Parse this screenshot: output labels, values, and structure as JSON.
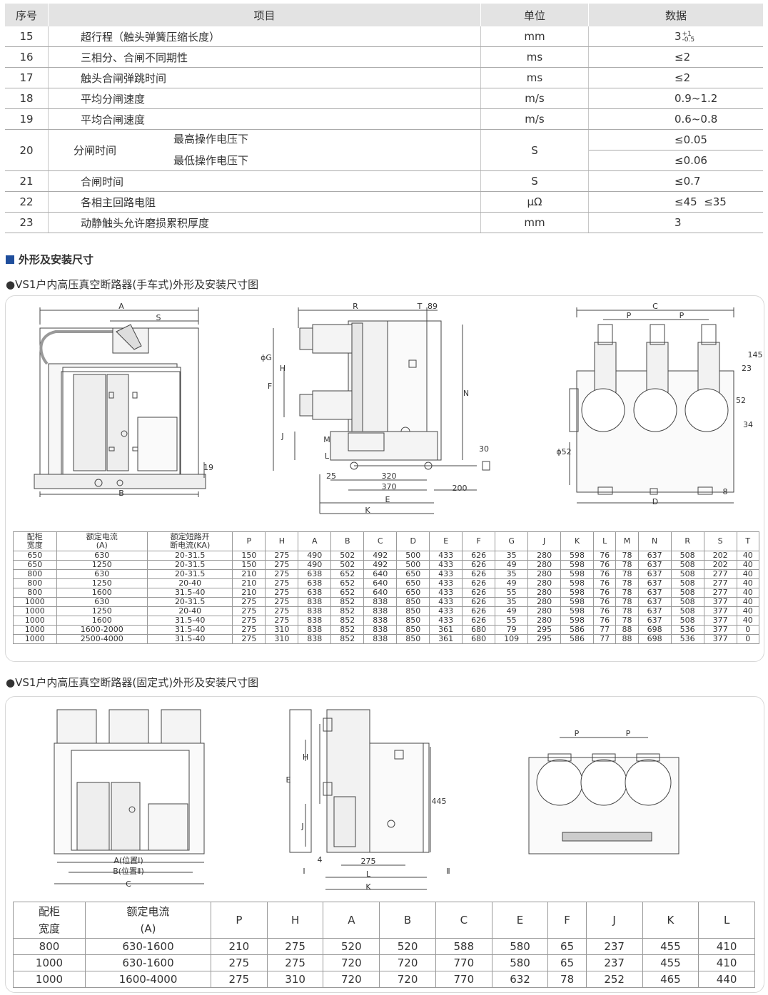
{
  "spec_table": {
    "headers": [
      "序号",
      "项目",
      "单位",
      "数据"
    ],
    "rows": [
      {
        "no": "15",
        "item": "超行程（触头弹簧压缩长度）",
        "unit": "mm",
        "value": "3",
        "sup": "+1",
        "sub": "-0.5"
      },
      {
        "no": "16",
        "item": "三相分、合闸不同期性",
        "unit": "ms",
        "value": "≤2"
      },
      {
        "no": "17",
        "item": "触头合闸弹跳时间",
        "unit": "ms",
        "value": "≤2"
      },
      {
        "no": "18",
        "item": "平均分闸速度",
        "unit": "m/s",
        "value": "0.9~1.2"
      },
      {
        "no": "19",
        "item": "平均合闸速度",
        "unit": "m/s",
        "value": "0.6~0.8"
      },
      {
        "no": "20",
        "item": "分闸时间",
        "sub_a": "最高操作电压下",
        "sub_b": "最低操作电压下",
        "unit": "S",
        "value_a": "≤0.05",
        "value_b": "≤0.06"
      },
      {
        "no": "21",
        "item": "合闸时间",
        "unit": "S",
        "value": "≤0.7"
      },
      {
        "no": "22",
        "item": "各相主回路电阻",
        "unit": "μΩ",
        "value": "≤45  ≤35"
      },
      {
        "no": "23",
        "item": "动静触头允许磨损累积厚度",
        "unit": "mm",
        "value": "3"
      }
    ]
  },
  "section_title": "外形及安装尺寸",
  "handcart": {
    "title": "●VS1户内高压真空断路器(手车式)外形及安装尺寸图",
    "labels": {
      "A": "A",
      "S": "S",
      "B": "B",
      "n19": "19",
      "R": "R",
      "T": "T",
      "n89": "89",
      "G": "ϕG",
      "H": "H",
      "F": "F",
      "J": "J",
      "M": "M",
      "L": "L",
      "N": "N",
      "n25": "25",
      "n320": "320",
      "n370": "370",
      "n200": "200",
      "n30": "30",
      "E": "E",
      "K": "K",
      "C": "C",
      "P": "P",
      "n145": "145",
      "n23": "23",
      "n52": "52",
      "phi52": "ϕ52",
      "n34": "34",
      "n8": "8",
      "D": "D"
    },
    "table": {
      "headers": [
        "配柜宽度",
        "额定电流(A)",
        "额定短路开断电流(KA)",
        "P",
        "H",
        "A",
        "B",
        "C",
        "D",
        "E",
        "F",
        "G",
        "J",
        "K",
        "L",
        "M",
        "N",
        "R",
        "S",
        "T"
      ],
      "h1": [
        "配柜",
        "额定电流",
        "额定短路开"
      ],
      "h2": [
        "宽度",
        "(A)",
        "断电流(KA)"
      ],
      "rows": [
        [
          "650",
          "630",
          "20-31.5",
          "150",
          "275",
          "490",
          "502",
          "492",
          "500",
          "433",
          "626",
          "35",
          "280",
          "598",
          "76",
          "78",
          "637",
          "508",
          "202",
          "40"
        ],
        [
          "650",
          "1250",
          "20-31.5",
          "150",
          "275",
          "490",
          "502",
          "492",
          "500",
          "433",
          "626",
          "49",
          "280",
          "598",
          "76",
          "78",
          "637",
          "508",
          "202",
          "40"
        ],
        [
          "800",
          "630",
          "20-31.5",
          "210",
          "275",
          "638",
          "652",
          "640",
          "650",
          "433",
          "626",
          "35",
          "280",
          "598",
          "76",
          "78",
          "637",
          "508",
          "277",
          "40"
        ],
        [
          "800",
          "1250",
          "20-40",
          "210",
          "275",
          "638",
          "652",
          "640",
          "650",
          "433",
          "626",
          "49",
          "280",
          "598",
          "76",
          "78",
          "637",
          "508",
          "277",
          "40"
        ],
        [
          "800",
          "1600",
          "31.5-40",
          "210",
          "275",
          "638",
          "652",
          "640",
          "650",
          "433",
          "626",
          "55",
          "280",
          "598",
          "76",
          "78",
          "637",
          "508",
          "277",
          "40"
        ],
        [
          "1000",
          "630",
          "20-31.5",
          "275",
          "275",
          "838",
          "852",
          "838",
          "850",
          "433",
          "626",
          "35",
          "280",
          "598",
          "76",
          "78",
          "637",
          "508",
          "377",
          "40"
        ],
        [
          "1000",
          "1250",
          "20-40",
          "275",
          "275",
          "838",
          "852",
          "838",
          "850",
          "433",
          "626",
          "49",
          "280",
          "598",
          "76",
          "78",
          "637",
          "508",
          "377",
          "40"
        ],
        [
          "1000",
          "1600",
          "31.5-40",
          "275",
          "275",
          "838",
          "852",
          "838",
          "850",
          "433",
          "626",
          "55",
          "280",
          "598",
          "76",
          "78",
          "637",
          "508",
          "377",
          "40"
        ],
        [
          "1000",
          "1600-2000",
          "31.5-40",
          "275",
          "310",
          "838",
          "852",
          "838",
          "850",
          "361",
          "680",
          "79",
          "295",
          "586",
          "77",
          "88",
          "698",
          "536",
          "377",
          "0"
        ],
        [
          "1000",
          "2500-4000",
          "31.5-40",
          "275",
          "310",
          "838",
          "852",
          "838",
          "850",
          "361",
          "680",
          "109",
          "295",
          "586",
          "77",
          "88",
          "698",
          "536",
          "377",
          "0"
        ]
      ]
    }
  },
  "fixed": {
    "title": "●VS1户内高压真空断路器(固定式)外形及安装尺寸图",
    "labels": {
      "A1": "A(位置Ⅰ)",
      "B2": "B(位置Ⅱ)",
      "C": "C",
      "H": "H",
      "E": "E",
      "J": "J",
      "n4": "4",
      "n445": "445",
      "n275": "275",
      "L": "L",
      "K": "K",
      "I": "Ⅰ",
      "II": "Ⅱ",
      "P": "P"
    },
    "table": {
      "h1": [
        "配柜",
        "额定电流"
      ],
      "h2": [
        "宽度",
        "(A)"
      ],
      "cols": [
        "P",
        "H",
        "A",
        "B",
        "C",
        "E",
        "F",
        "J",
        "K",
        "L"
      ],
      "rows": [
        [
          "800",
          "630-1600",
          "210",
          "275",
          "520",
          "520",
          "588",
          "580",
          "65",
          "237",
          "455",
          "410"
        ],
        [
          "1000",
          "630-1600",
          "275",
          "275",
          "720",
          "720",
          "770",
          "580",
          "65",
          "237",
          "455",
          "410"
        ],
        [
          "1000",
          "1600-4000",
          "275",
          "310",
          "720",
          "720",
          "770",
          "632",
          "78",
          "252",
          "465",
          "440"
        ]
      ]
    }
  }
}
